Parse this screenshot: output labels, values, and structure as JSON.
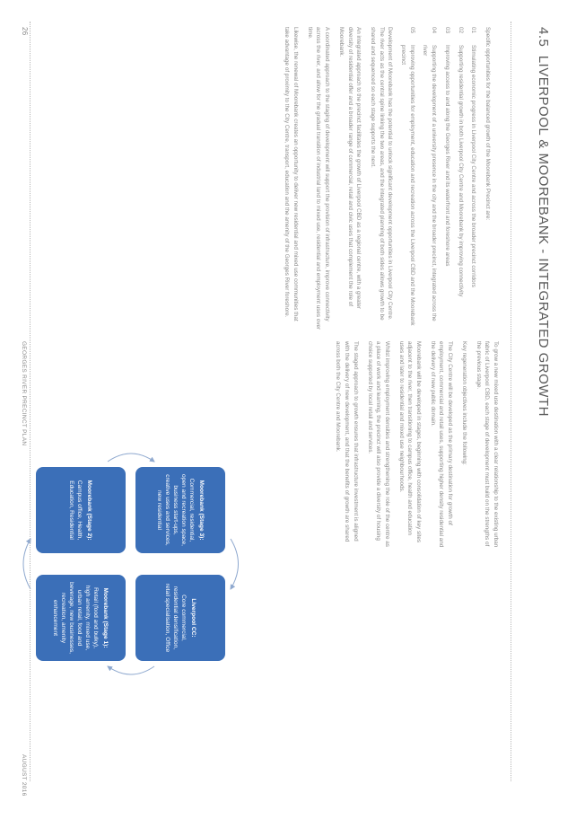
{
  "section": {
    "number": "4.5",
    "title": "LIVERPOOL & MOOREBANK - INTEGRATED GROWTH"
  },
  "left_column": {
    "intro": "Specific opportunities for the balanced growth of the Moorebank Precinct are:",
    "items": [
      {
        "n": "01",
        "text": "Stimulating economic progress in Liverpool City Centre and across the broader precinct corridors"
      },
      {
        "n": "02",
        "text": "Supporting residential growth in both Liverpool City Centre and Moorebank by improving connectivity"
      },
      {
        "n": "03",
        "text": "Improving access to and along the Georges River and its waterfront and foreshore areas"
      },
      {
        "n": "04",
        "text": "Supporting the development of a university presence in the city and the broader precinct, integrated across the river"
      },
      {
        "n": "05",
        "text": "Improving opportunities for employment, education and recreation across the Liverpool CBD and the Moorebank precinct"
      }
    ],
    "paragraphs": [
      "Development of Moorebank has the potential to unlock significant development opportunities in Liverpool City Centre. The river acts as the central spine linking the two areas, and the integrated planning of both sides allows growth to be shared and sequenced so each stage supports the next.",
      "An integrated approach to the precinct facilitates the growth of Liverpool CBD as a regional centre, with a greater diversity of residential offer and a broader range of commercial, retail and civic uses that complement the role of Moorebank.",
      "A coordinated approach to the staging of development will support the provision of infrastructure, improve connectivity across the river, and allow for the gradual transition of industrial land to mixed use, residential and employment uses over time.",
      "Likewise, the renewal of Moorebank creates an opportunity to deliver new residential and mixed use communities that take advantage of proximity to the City Centre, transport, education and the amenity of the Georges River foreshore."
    ]
  },
  "mid_column": {
    "paragraphs": [
      "To grow a new mixed use destination with a clear relationship to the existing urban fabric of Liverpool CBD, each stage of development must build on the strengths of the previous stage.",
      "Key regeneration objectives include the following:",
      "The City Centre will be developed as the primary destination for growth of employment, commercial and retail uses, supporting higher density residential and the delivery of new public domain.",
      "Moorebank will be developed in stages, beginning with consolidation of key sites adjacent to the river, then transitioning to campus office, health and education uses and later to residential and mixed use neighbourhoods.",
      "Whilst improving employment densities and strengthening the role of the centre as a place of work and learning, the precinct will also provide a diversity of housing choice supported by local retail and services.",
      "The staged approach to growth ensures that infrastructure investment is aligned with the delivery of new development, and that the benefits of growth are shared across both the City Centre and Moorebank."
    ]
  },
  "diagram": {
    "nodes": [
      {
        "key": "tl",
        "title": "Moorebank (Stage 3):",
        "body": "Commercial, residential, open and recreation space, business start-ups, creative uses and services, new residential"
      },
      {
        "key": "tr",
        "title": "Liverpool CC:",
        "body": "Core commercial, residential densification, retail specialisation, Office"
      },
      {
        "key": "bl",
        "title": "Moorebank (Stage 2):",
        "body": "Campus office, Health, Education, Residential"
      },
      {
        "key": "br",
        "title": "Moorebank (Stage 1):",
        "body": "Retail (food and bulky), high amenity, mixed use, urban retail, food and beverage, new businesses, recreation, amenity enhancement"
      }
    ]
  },
  "footer": {
    "page_number": "26",
    "document_title": "GEORGES RIVER PRECINCT PLAN",
    "date": "AUGUST 2016"
  },
  "colors": {
    "box_fill": "#3b6fb8",
    "arrow": "#8fa9cf",
    "text": "#8a8a8a"
  }
}
